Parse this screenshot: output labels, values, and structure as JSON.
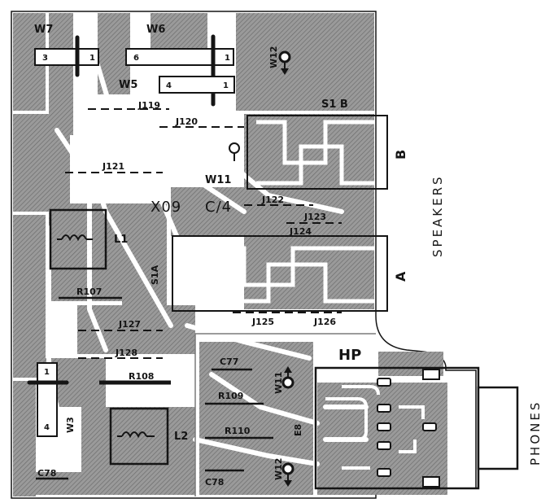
{
  "labels": {
    "w7": "W7",
    "w6": "W6",
    "w5": "W5",
    "w12_top": "W12",
    "w11_mid": "W11",
    "w11_low": "W11",
    "w12_low": "W12",
    "w3": "W3",
    "e8": "E8",
    "j119": "J119",
    "j120": "J120",
    "j121": "J121",
    "j122": "J122",
    "j123": "J123",
    "j124": "J124",
    "j125": "J125",
    "j126": "J126",
    "j127": "J127",
    "j128": "J128",
    "s1b": "S1 B",
    "s1a": "S1A",
    "x09": "X09",
    "c4": "C/4",
    "l1": "L1",
    "l2": "L2",
    "r107": "R107",
    "r108": "R108",
    "r109": "R109",
    "r110": "R110",
    "c77": "C77",
    "c78a": "C78",
    "c78b": "C78",
    "hp": "HP",
    "a": "A",
    "b": "B",
    "speakers": "SPEAKERS",
    "phones": "PHONES"
  },
  "pins": {
    "w7_left": "3",
    "w7_right": "1",
    "w6_left": "6",
    "w6_right": "1",
    "w5_left": "4",
    "w5_right": "1",
    "w3_top": "1",
    "w3_bottom": "4"
  },
  "colors": {
    "copper": "#8f8f8f",
    "board": "#ffffff",
    "ink": "#151515"
  }
}
